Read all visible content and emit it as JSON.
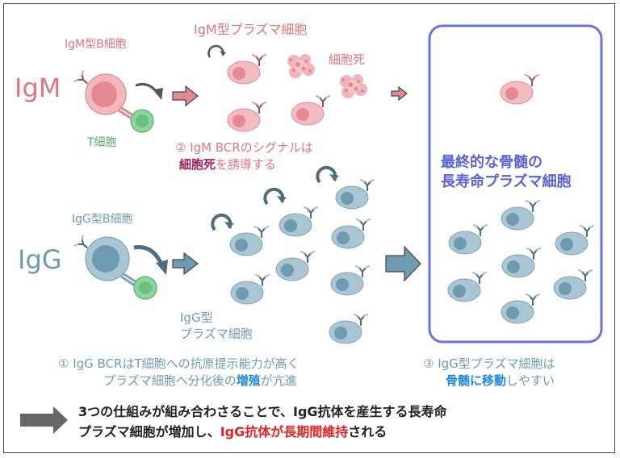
{
  "igm": {
    "row_label": "IgM",
    "b_cell_label": "IgM型B細胞",
    "t_cell_label": "T細胞",
    "plasma_label": "IgM型プラズマ細胞",
    "death_label": "細胞死",
    "note_line1": "② IgM BCRのシグナルは",
    "note_line2_em": "細胞死",
    "note_line2_rest": "を誘導する"
  },
  "igg": {
    "row_label": "IgG",
    "b_cell_label": "IgG型B細胞",
    "plasma_label_line1": "IgG型",
    "plasma_label_line2": "プラズマ細胞",
    "note_line1": "① IgG BCRはT細胞への抗原提示能力が高く",
    "note_line2_a": "プラズマ細胞へ分化後の",
    "note_line2_em": "増殖",
    "note_line2_b": "が亢進"
  },
  "bone_marrow": {
    "title_line1": "最終的な骨髄の",
    "title_line2": "長寿命プラズマ細胞",
    "note_line1": "③ IgG型プラズマ細胞は",
    "note_line2_em": "骨髄に移動",
    "note_line2_rest": "しやすい"
  },
  "summary": {
    "line1": "3つの仕組みが組み合わさることで、IgG抗体を産生する長寿命",
    "line2_a": "プラズマ細胞が増加し、",
    "line2_em": "IgG抗体が長期間維持",
    "line2_b": "される"
  },
  "colors": {
    "igm": "#e0767d",
    "igg": "#6f9bb0",
    "t_cell": "#6cc07f",
    "box_border": "#6b72e0",
    "box_text": "#5a63d6",
    "death_em": "#a0205a",
    "igg_em": "#1e88e5",
    "summary_em": "#e52222"
  },
  "icons": [
    "igm-b-cell-icon",
    "t-cell-icon",
    "igm-plasma-cell-icon",
    "dead-cell-icon",
    "igg-b-cell-icon",
    "igg-plasma-cell-icon",
    "proliferation-arrow-icon",
    "right-arrow-icon",
    "antibody-icon"
  ]
}
